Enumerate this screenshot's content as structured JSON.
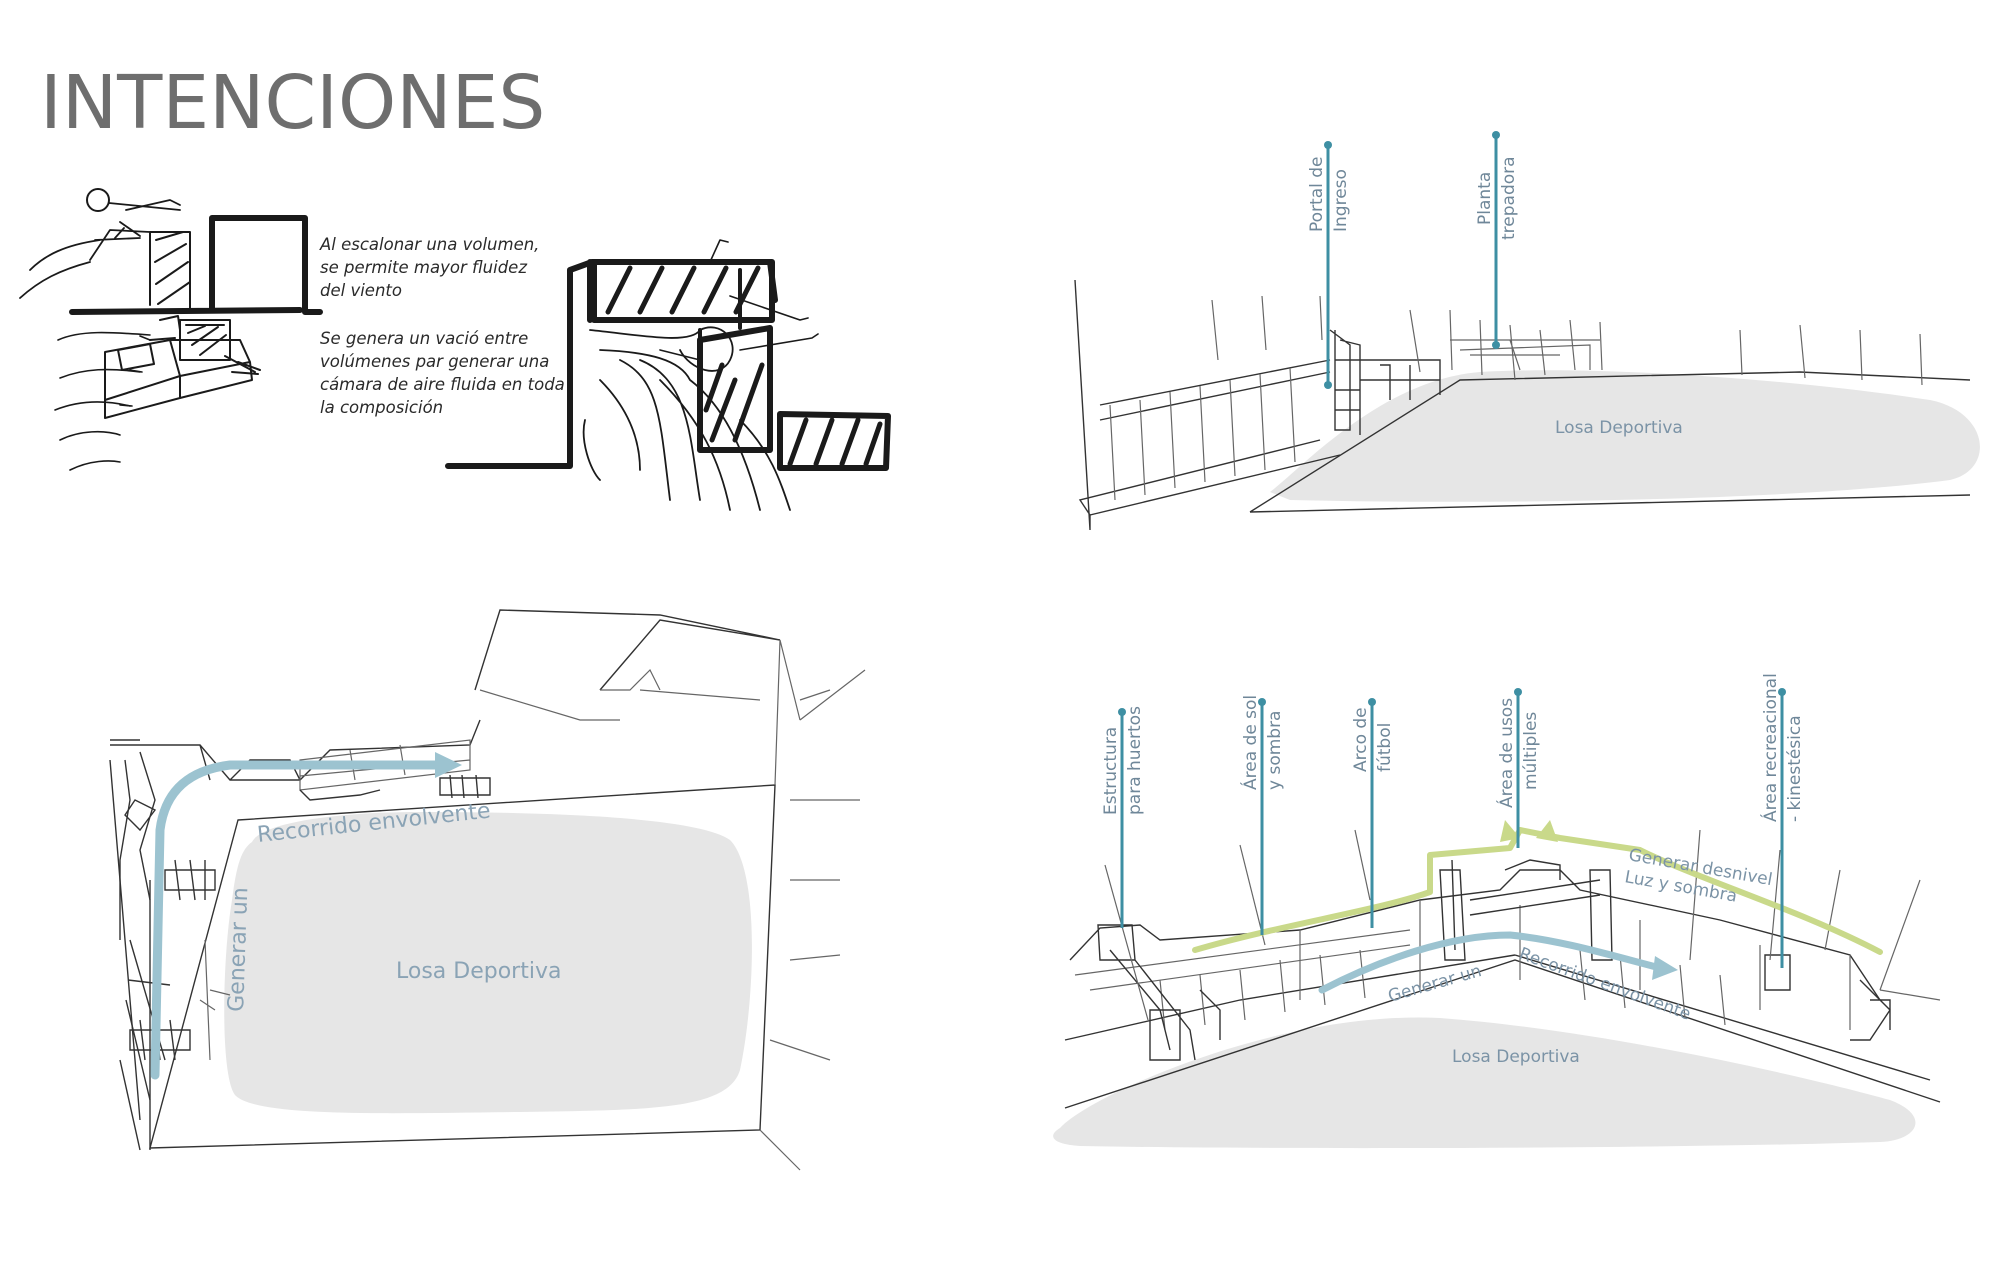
{
  "title": "INTENCIONES",
  "sketch_notes": {
    "note1": [
      "Al escalonar una volumen,",
      "se permite mayor fluidez",
      "del viento"
    ],
    "note2": [
      "Se genera un vació entre",
      "volúmenes par generar una",
      "cámara de aire fluida en toda",
      "la composición"
    ]
  },
  "view_top_right": {
    "area_label": "Losa Deportiva",
    "pins": [
      {
        "lines": [
          "Portal de",
          "Ingreso"
        ]
      },
      {
        "lines": [
          "Planta",
          "trepadora"
        ]
      }
    ]
  },
  "view_bottom_left": {
    "area_label": "Losa Deportiva",
    "route_label": "Recorrido envolvente",
    "side_label": "Generar un"
  },
  "view_bottom_right": {
    "area_label": "Losa Deportiva",
    "pins": [
      {
        "lines": [
          "Estructura",
          "para huertos"
        ]
      },
      {
        "lines": [
          "Área de sol",
          "y sombra"
        ]
      },
      {
        "lines": [
          "Arco de",
          "fútbol"
        ]
      },
      {
        "lines": [
          "Área de usos",
          "múltiples"
        ]
      },
      {
        "lines": [
          "Área recreacional",
          "- kinestésica"
        ]
      }
    ],
    "desnivel_label": [
      "Generar desnivel",
      "Luz y sombra"
    ],
    "generar_label": "Generar un",
    "recorrido_label": "Recorrido envolvente"
  },
  "colors": {
    "pin": "#3e8fa3",
    "route_blue": "#9cc3d0",
    "route_green": "#c9d98a",
    "slab": "#e6e6e6",
    "title": "#6e6e6e"
  }
}
